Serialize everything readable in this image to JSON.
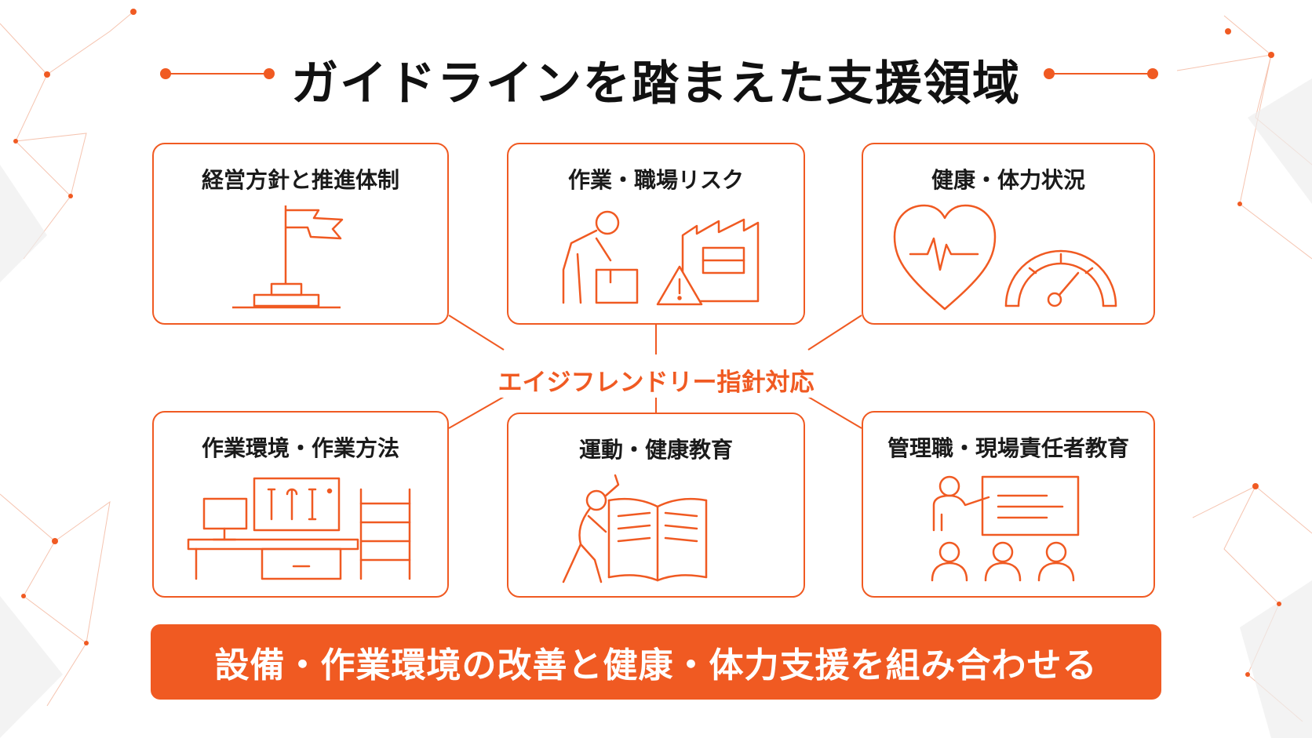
{
  "title": "ガイドラインを踏まえた支援領域",
  "center_label": "エイジフレンドリー指針対応",
  "cards": [
    {
      "title": "経営方針と推進体制",
      "icon": "flag-on-podium-icon"
    },
    {
      "title": "作業・職場リスク",
      "icon": "worker-lifting-box-factory-warning-icon"
    },
    {
      "title": "健康・体力状況",
      "icon": "heart-pulse-gauge-icon"
    },
    {
      "title": "作業環境・作業方法",
      "icon": "desk-toolboard-ladder-icon"
    },
    {
      "title": "運動・健康教育",
      "icon": "stretching-person-open-book-icon"
    },
    {
      "title": "管理職・現場責任者教育",
      "icon": "presenter-whiteboard-audience-icon"
    }
  ],
  "banner": "設備・作業環境の改善と健康・体力支援を組み合わせる",
  "colors": {
    "accent": "#f05a22",
    "text": "#111111",
    "background": "#ffffff"
  }
}
